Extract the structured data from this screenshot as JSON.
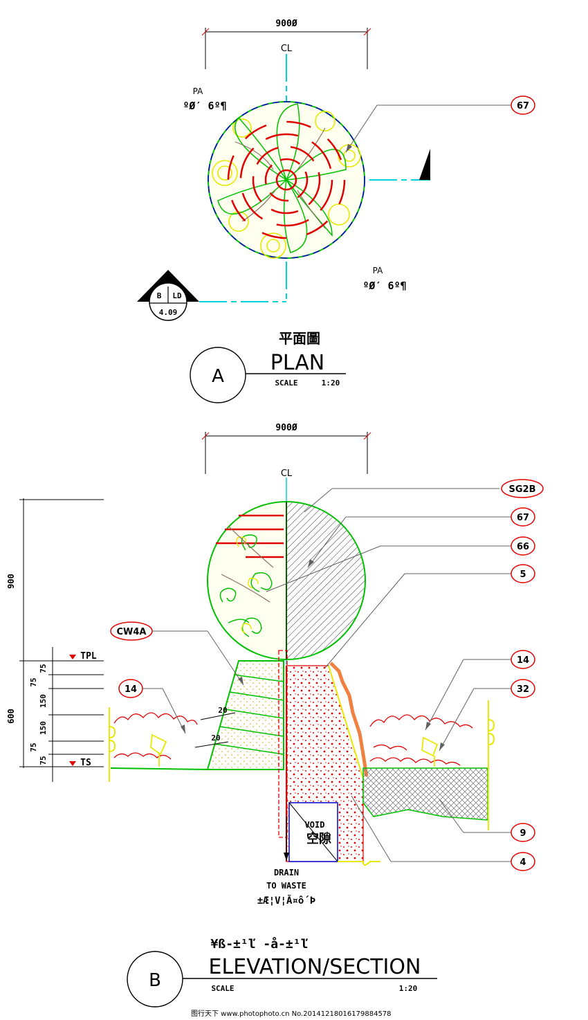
{
  "plan": {
    "dimension": "900Ø",
    "centerline": "CL",
    "pa_label_1": "PA",
    "pa_code_1": "ºØ′ 6º¶",
    "pa_label_2": "PA",
    "pa_code_2": "ºØ′ 6º¶",
    "callout_67": "67",
    "section_marker": {
      "left": "B",
      "right": "LD",
      "sheet": "4.09"
    },
    "title_cn": "平面圖",
    "title": "PLAN",
    "scale_label": "SCALE",
    "scale_value": "1:20",
    "drawing_letter": "A"
  },
  "elevation": {
    "dimension": "900Ø",
    "centerline": "CL",
    "callouts": {
      "sg2b": "SG2B",
      "c67": "67",
      "c66": "66",
      "c5": "5",
      "cw4a": "CW4A",
      "c14_left": "14",
      "c14_right": "14",
      "c32": "32",
      "c9": "9",
      "c4": "4"
    },
    "dims_left": {
      "d900": "900",
      "d600": "600",
      "s75a": "75",
      "s75b": "75",
      "s150a": "150",
      "s150b": "150",
      "s75c": "75",
      "s75d": "75"
    },
    "level_tpl": "TPL",
    "level_ts": "TS",
    "dim_20a": "20",
    "dim_20b": "20",
    "void_en": "VOID",
    "void_cn": "空隙",
    "drain_1": "DRAIN",
    "drain_2": "TO WASTE",
    "drain_3": "±Æ¦V¦Ã¤ô´Þ",
    "title_cn": "¥ß-±¹ľ -å-±¹ľ",
    "title": "ELEVATION/SECTION",
    "scale_label": "SCALE",
    "scale_value": "1:20",
    "drawing_letter": "B"
  },
  "footer": "图行天下 www.photophoto.cn No.20141218016179884578",
  "colors": {
    "red": "#e00000",
    "green": "#00c000",
    "yellow": "#e8e800",
    "cyan": "#00d0e0",
    "blue": "#0000c8",
    "orange": "#f08040",
    "gray": "#606060"
  }
}
